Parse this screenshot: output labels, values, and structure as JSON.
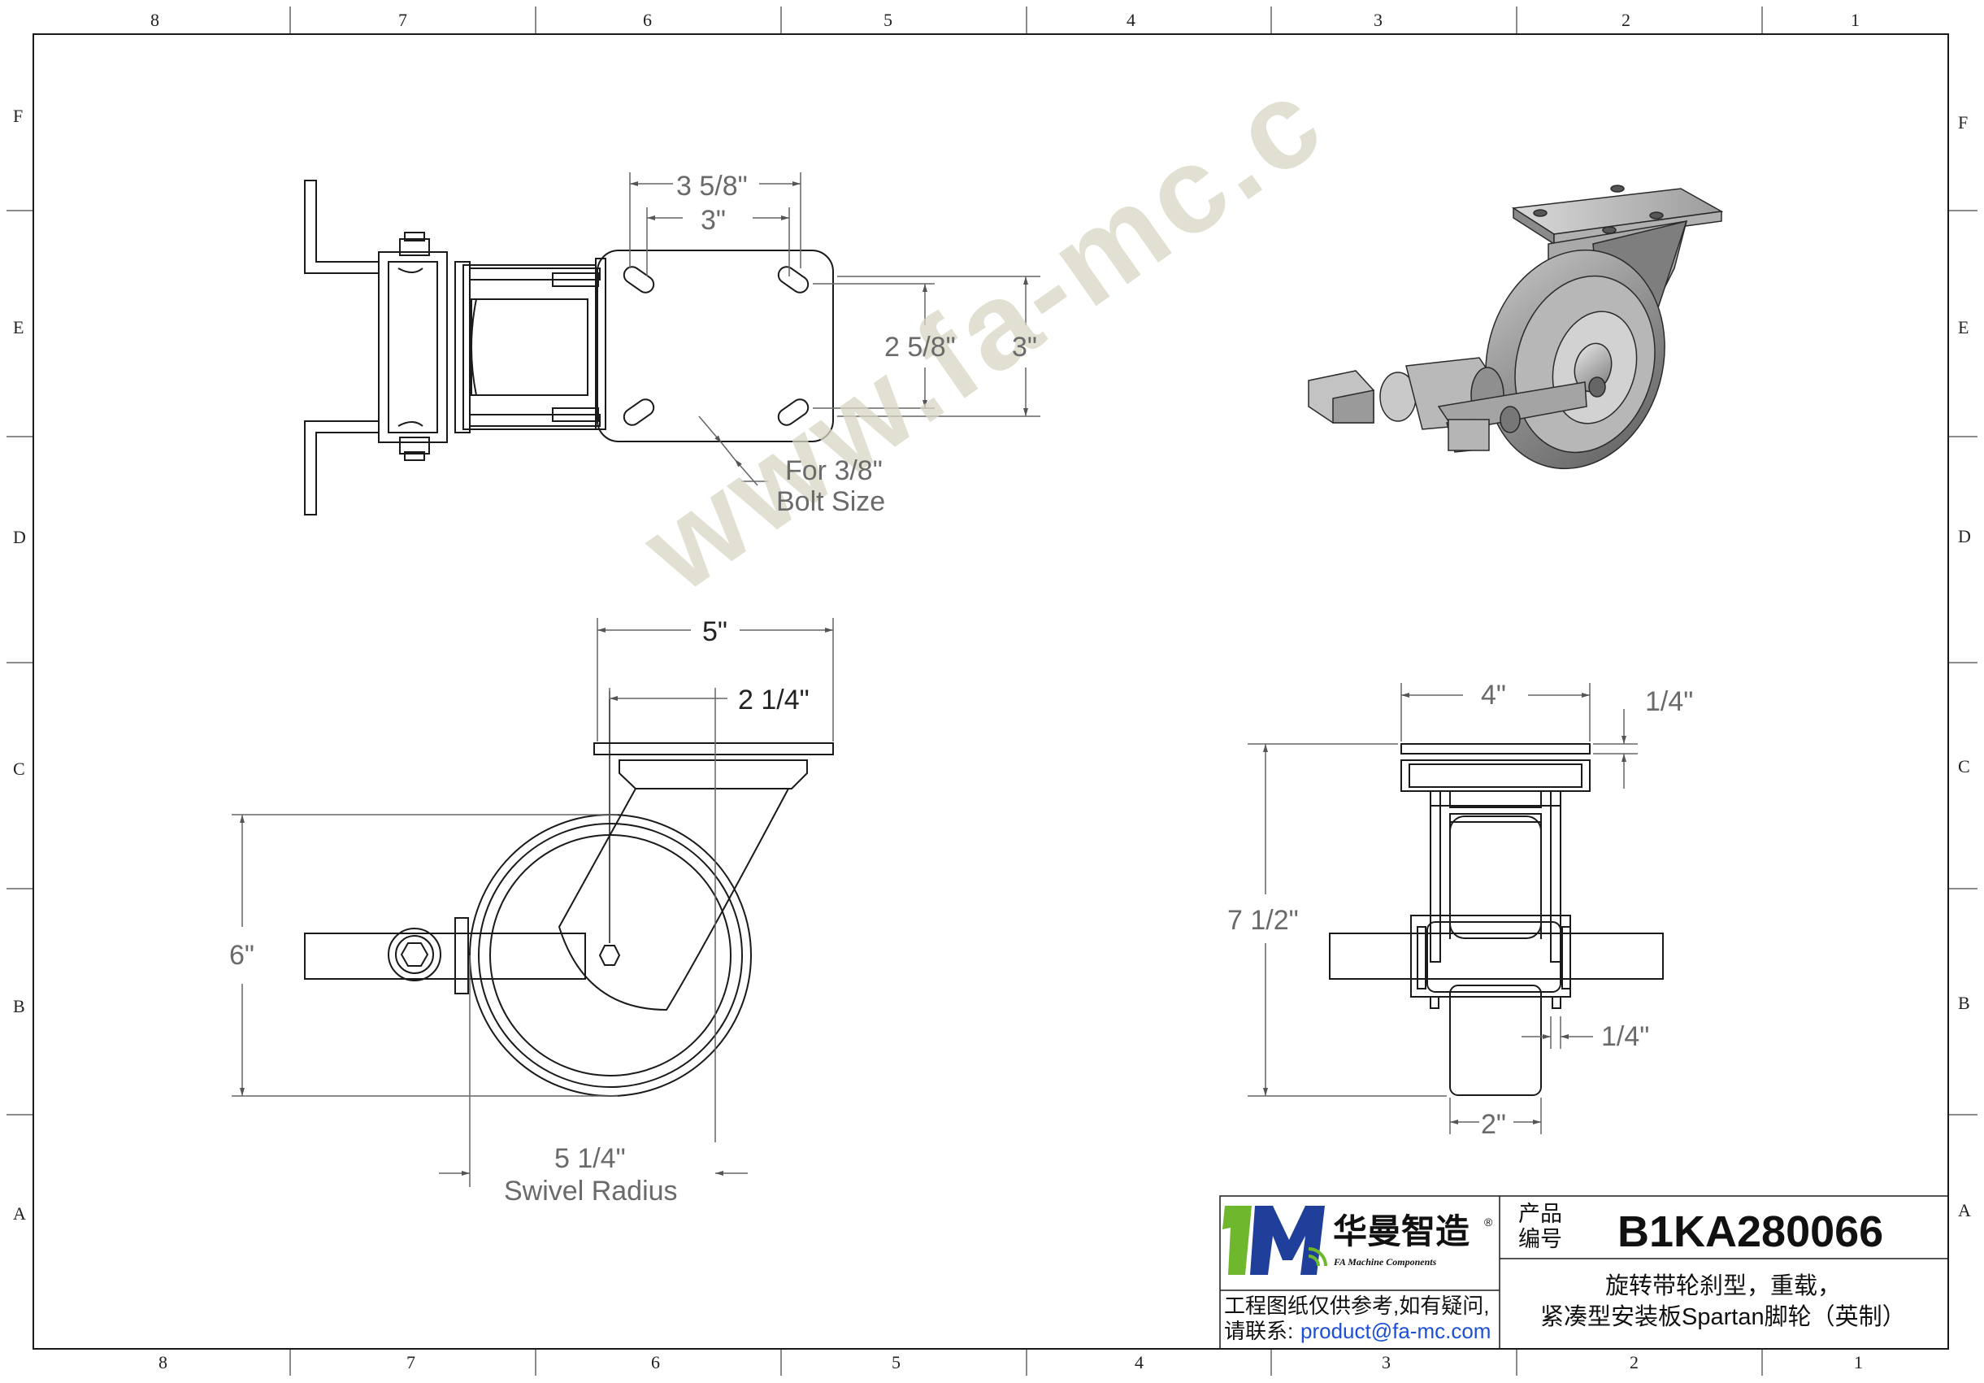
{
  "border": {
    "columns_top": [
      "8",
      "7",
      "6",
      "5",
      "4",
      "3",
      "2",
      "1"
    ],
    "columns_bottom": [
      "8",
      "7",
      "6",
      "5",
      "4",
      "3",
      "2",
      "1"
    ],
    "rows_left": [
      "F",
      "E",
      "D",
      "C",
      "B",
      "A"
    ],
    "rows_right": [
      "F",
      "E",
      "D",
      "C",
      "B",
      "A"
    ]
  },
  "watermark": "www.fa-mc.c",
  "dimensions": {
    "top_view": {
      "outer_width": "3 5/8\"",
      "inner_width": "3\"",
      "inner_height": "2 5/8\"",
      "outer_height": "3\"",
      "bolt_note_line1": "For 3/8\"",
      "bolt_note_line2": "Bolt Size"
    },
    "side_view": {
      "plate_width": "5\"",
      "offset": "2 1/4\"",
      "wheel_height": "6\"",
      "swivel_radius_value": "5 1/4\"",
      "swivel_radius_label": "Swivel Radius"
    },
    "front_view": {
      "plate_width": "4\"",
      "plate_thickness": "1/4\"",
      "overall_height": "7 1/2\"",
      "brake_gap": "1/4\"",
      "wheel_width": "2\""
    }
  },
  "title_block": {
    "logo_mark": "1M",
    "company_name_cn": "华曼智造",
    "registered_mark": "®",
    "company_name_en": "FA Machine Components",
    "product_label_line1": "产品",
    "product_label_line2": "编号",
    "part_number": "B1KA280066",
    "description_line1": "旋转带轮刹型，重载，",
    "description_line2": "紧凑型安装板Spartan脚轮（英制）",
    "note_line1": "工程图纸仅供参考,如有疑问,",
    "note_line2_prefix": "请联系: ",
    "contact_email": "product@fa-mc.com"
  },
  "colors": {
    "line": "#1a1a1a",
    "dimension": "#6a6a6a",
    "watermark": "#d9d6c4",
    "logo_green": "#6fb82e",
    "logo_blue": "#1f3f9a",
    "email_blue": "#1c4fd6"
  }
}
